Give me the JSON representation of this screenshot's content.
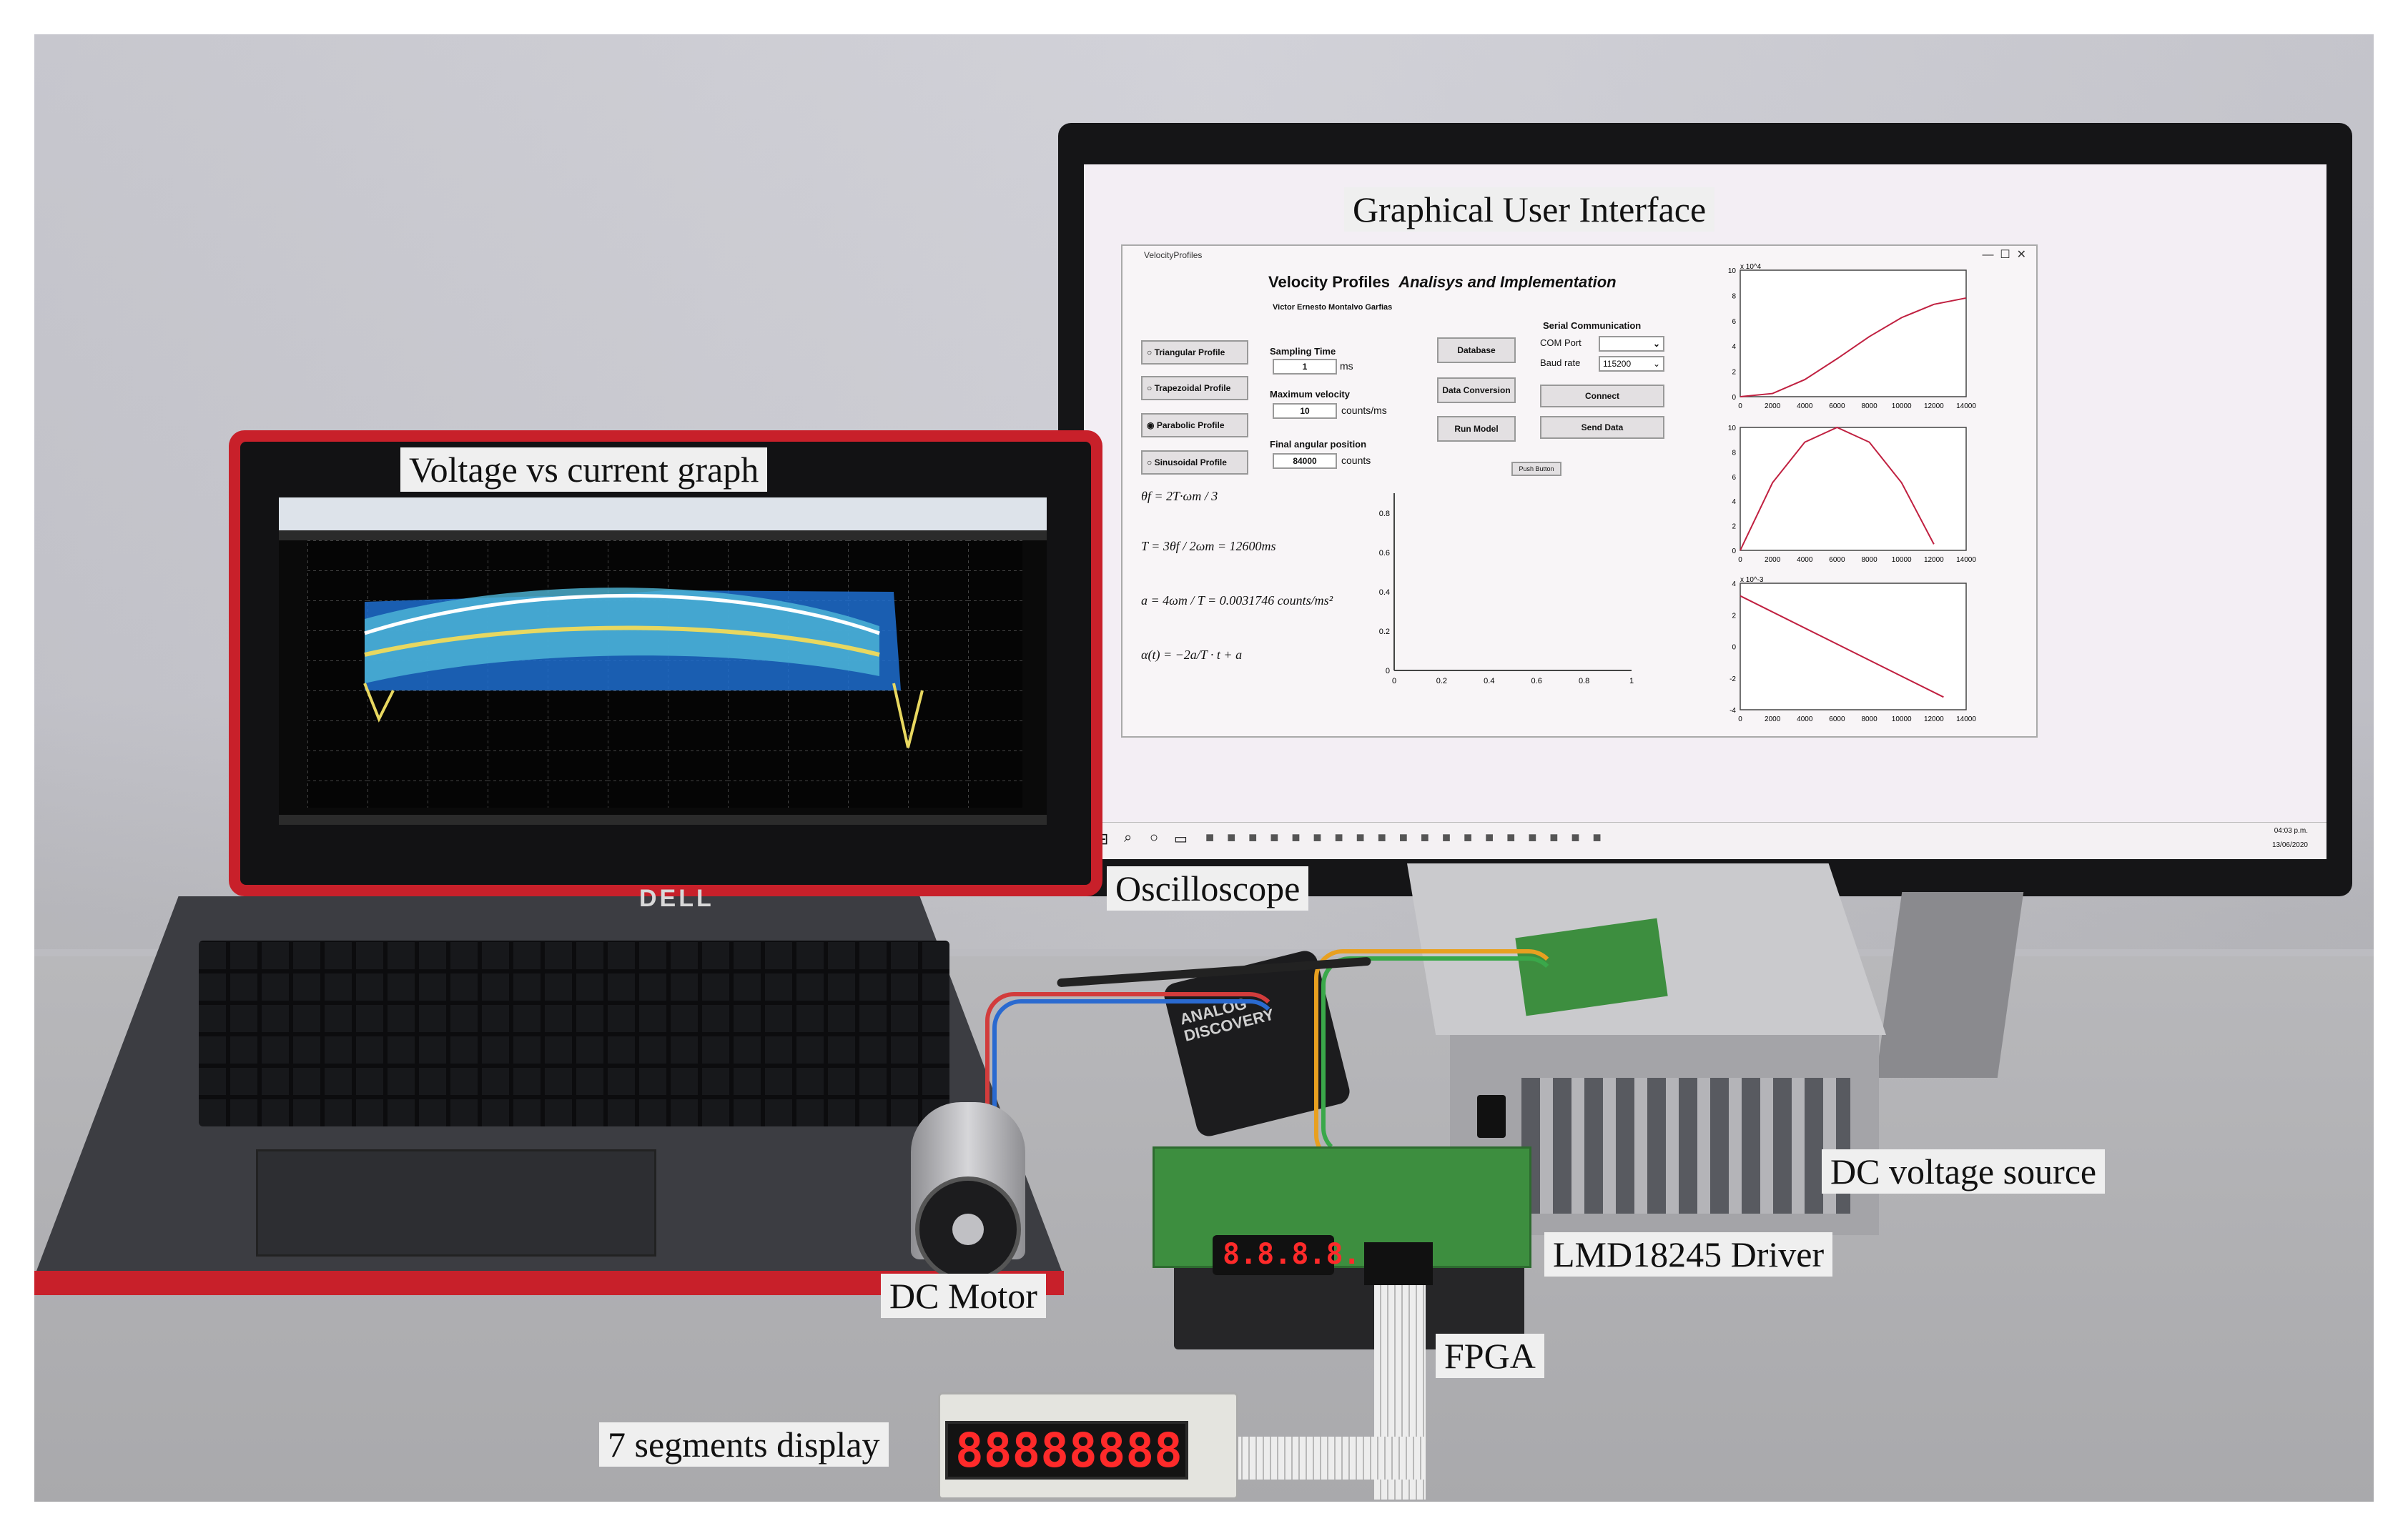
{
  "labels": {
    "gui": "Graphical User Interface",
    "voltage_graph": "Voltage vs current graph",
    "oscilloscope": "Oscilloscope",
    "dc_source": "DC voltage source",
    "driver": "LMD18245 Driver",
    "motor": "DC Motor",
    "fpga": "FPGA",
    "seven_seg": "7 segments display"
  },
  "brands": {
    "laptop": "DELL",
    "scope_device": "ANALOG DISCOVERY"
  },
  "gui": {
    "window_title": "VelocityProfiles",
    "heading_bold": "Velocity Profiles",
    "heading_italic": "Analisys and Implementation",
    "author": "Victor Ernesto Montalvo Garfias",
    "profiles": [
      {
        "label": "Triangular Profile",
        "selected": false
      },
      {
        "label": "Trapezoidal Profile",
        "selected": false
      },
      {
        "label": "Parabolic Profile",
        "selected": true
      },
      {
        "label": "Sinusoidal Profile",
        "selected": false
      }
    ],
    "fields": {
      "sampling_label": "Sampling Time",
      "sampling_value": "1",
      "sampling_unit": "ms",
      "maxvel_label": "Maximum velocity",
      "maxvel_value": "10",
      "maxvel_unit": "counts/ms",
      "finalpos_label": "Final angular position",
      "finalpos_value": "84000",
      "finalpos_unit": "counts"
    },
    "buttons": {
      "database": "Database",
      "data_conversion": "Data Conversion",
      "run_model": "Run Model",
      "push_button": "Push Button",
      "connect": "Connect",
      "send_data": "Send Data"
    },
    "serial": {
      "title": "Serial Communication",
      "com_label": "COM Port",
      "baud_label": "Baud rate",
      "baud_value": "115200"
    },
    "equations": {
      "eq1": "θf = 2T·ωm / 3",
      "eq2": "T = 3θf / 2ωm = 12600ms",
      "eq3": "a = 4ωm / T = 0.0031746 counts/ms²",
      "eq4": "α(t) = −2a/T · t + a"
    },
    "taskbar_time": "04:03 p.m.",
    "taskbar_date": "13/06/2020"
  },
  "seven_segment": {
    "value": "88888888"
  },
  "fpga_display": {
    "value": "8.8.8.8."
  },
  "colors": {
    "laptop_red": "#c8202a",
    "table_gray": "#b3b3b6",
    "wall_gray": "#cfcfd6",
    "pcb_green": "#3d8e3f",
    "segment_red": "#ff2a2a",
    "scope_blue": "#1e6fd0",
    "scope_cyan": "#4fb8d8",
    "scope_yellow": "#e8d860"
  },
  "chart_data": [
    {
      "type": "line",
      "title": "",
      "x": [
        0,
        2000,
        4000,
        6000,
        8000,
        10000,
        12000,
        14000
      ],
      "series": [
        {
          "values": [
            0,
            0.25,
            1.35,
            3.0,
            4.75,
            6.25,
            7.3,
            7.8
          ]
        }
      ],
      "xlim": [
        0,
        14000
      ],
      "ylim": [
        0,
        10
      ],
      "ytick_exponent": "x 10^4",
      "xticks": [
        0,
        2000,
        4000,
        6000,
        8000,
        10000,
        12000,
        14000
      ],
      "yticks": [
        0,
        2,
        4,
        6,
        8,
        10
      ]
    },
    {
      "type": "line",
      "title": "",
      "x": [
        0,
        2000,
        4000,
        6000,
        8000,
        10000,
        12000
      ],
      "series": [
        {
          "values": [
            0,
            5.5,
            8.8,
            10,
            8.8,
            5.5,
            0.5
          ]
        }
      ],
      "xlim": [
        0,
        14000
      ],
      "ylim": [
        0,
        10
      ],
      "xticks": [
        0,
        2000,
        4000,
        6000,
        8000,
        10000,
        12000,
        14000
      ],
      "yticks": [
        0,
        2,
        4,
        6,
        8,
        10
      ]
    },
    {
      "type": "line",
      "title": "",
      "x": [
        0,
        12600
      ],
      "series": [
        {
          "values": [
            3.2,
            -3.2
          ]
        }
      ],
      "xlim": [
        0,
        14000
      ],
      "ylim": [
        -4,
        4
      ],
      "ytick_exponent": "x 10^-3",
      "xticks": [
        0,
        2000,
        4000,
        6000,
        8000,
        10000,
        12000,
        14000
      ],
      "yticks": [
        -4,
        -2,
        0,
        2,
        4
      ]
    }
  ],
  "empty_plot": {
    "xticks": [
      "0",
      "0.2",
      "0.4",
      "0.6",
      "0.8",
      "1"
    ],
    "yticks": [
      "0",
      "0.2",
      "0.4",
      "0.6",
      "0.8"
    ]
  }
}
